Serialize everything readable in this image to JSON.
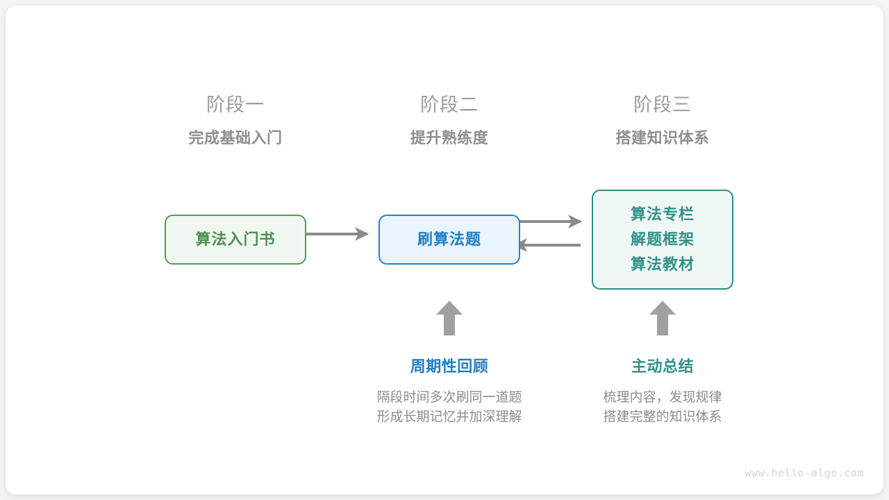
{
  "page": {
    "background_color": "#f4f4f5",
    "card_color": "#ffffff"
  },
  "stages": [
    {
      "title": "阶段一",
      "subtitle": "完成基础入门"
    },
    {
      "title": "阶段二",
      "subtitle": "提升熟练度"
    },
    {
      "title": "阶段三",
      "subtitle": "搭建知识体系"
    }
  ],
  "nodes": [
    {
      "id": "book",
      "lines": [
        "算法入门书"
      ],
      "text_color": "#4a9150",
      "border_color": "#57965a",
      "fill_color": "#f0f7f0"
    },
    {
      "id": "practice",
      "lines": [
        "刷算法题"
      ],
      "text_color": "#1f7ec6",
      "border_color": "#1f82c8",
      "fill_color": "#e9f4fc"
    },
    {
      "id": "system",
      "lines": [
        "算法专栏",
        "解题框架",
        "算法教材"
      ],
      "text_color": "#2f9189",
      "border_color": "#2d8c85",
      "fill_color": "#eff7f5"
    }
  ],
  "connectors": {
    "color": "#8a8a8a",
    "edges": [
      {
        "from": "book",
        "to": "practice",
        "direction": "right"
      },
      {
        "from": "practice",
        "to": "system",
        "direction": "right"
      },
      {
        "from": "system",
        "to": "practice",
        "direction": "left"
      }
    ]
  },
  "notes": [
    {
      "id": "review",
      "title": "周期性回顾",
      "title_color": "#1f7ec6",
      "desc_lines": [
        "隔段时间多次刷同一道题",
        "形成长期记忆并加深理解"
      ],
      "arrow": "up-arrow-icon"
    },
    {
      "id": "summary",
      "title": "主动总结",
      "title_color": "#2f9189",
      "desc_lines": [
        "梳理内容，发现规律",
        "搭建完整的知识体系"
      ],
      "arrow": "up-arrow-icon"
    }
  ],
  "watermark": "www.hello-algo.com"
}
